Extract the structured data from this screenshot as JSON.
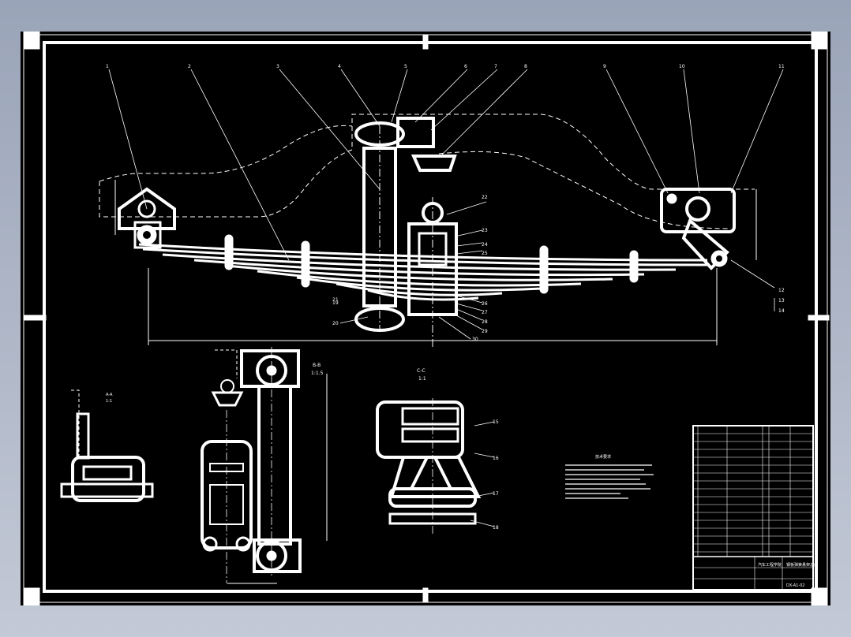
{
  "drawing": {
    "callouts_top": [
      "1",
      "2",
      "3",
      "4",
      "5",
      "6",
      "7",
      "8",
      "9",
      "10",
      "11"
    ],
    "callouts_right": [
      "22",
      "23",
      "24",
      "25",
      "26",
      "27",
      "28",
      "29",
      "30",
      "21",
      "20",
      "19",
      "12",
      "13",
      "14"
    ],
    "callouts_sections": [
      "15",
      "16",
      "17",
      "18"
    ],
    "section_bb": {
      "mark": "B-B",
      "scale": "1:1.5"
    },
    "section_cc": {
      "mark": "C-C",
      "scale": "1:1"
    },
    "section_aa": {
      "mark": "A-A",
      "scale": "1:1"
    },
    "notes_title": "技术要求",
    "titleblock": {
      "drawing_name": "钢板弹簧悬架总成",
      "drawing_no": "DX-A1-02",
      "school": "汽车工程学院"
    }
  }
}
